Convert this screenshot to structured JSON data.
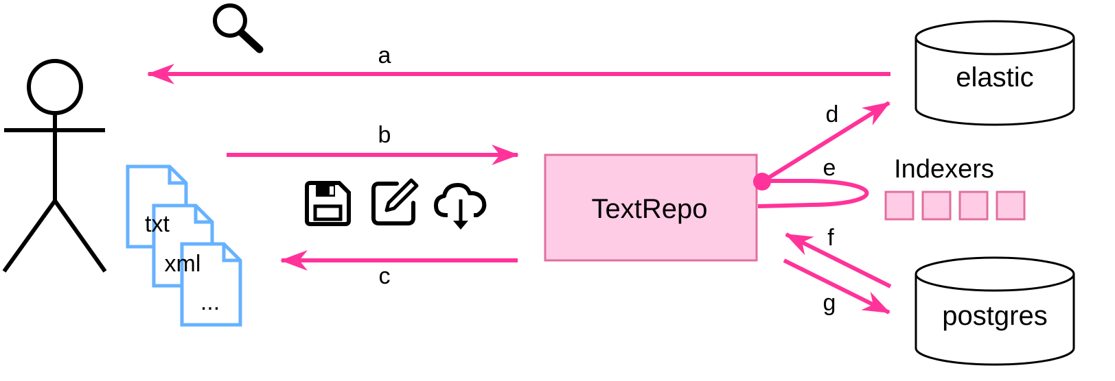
{
  "colors": {
    "flow": "#ff3399",
    "file": "#66b2ff",
    "box_fill": "#ffcce6",
    "box_stroke": "#e0709f",
    "ink": "#000000"
  },
  "actor": {
    "icon": "stick-figure-icon"
  },
  "search": {
    "icon": "magnifier-icon"
  },
  "files": {
    "first": "txt",
    "second": "xml",
    "third": "..."
  },
  "actions": {
    "save_icon": "floppy-disk-icon",
    "edit_icon": "edit-pencil-icon",
    "download_icon": "cloud-download-icon"
  },
  "textrepo": {
    "label": "TextRepo"
  },
  "indexers": {
    "label": "Indexers",
    "count": 4
  },
  "elastic": {
    "label": "elastic"
  },
  "postgres": {
    "label": "postgres"
  },
  "arrows": {
    "a": "a",
    "b": "b",
    "c": "c",
    "d": "d",
    "e": "e",
    "f": "f",
    "g": "g"
  }
}
